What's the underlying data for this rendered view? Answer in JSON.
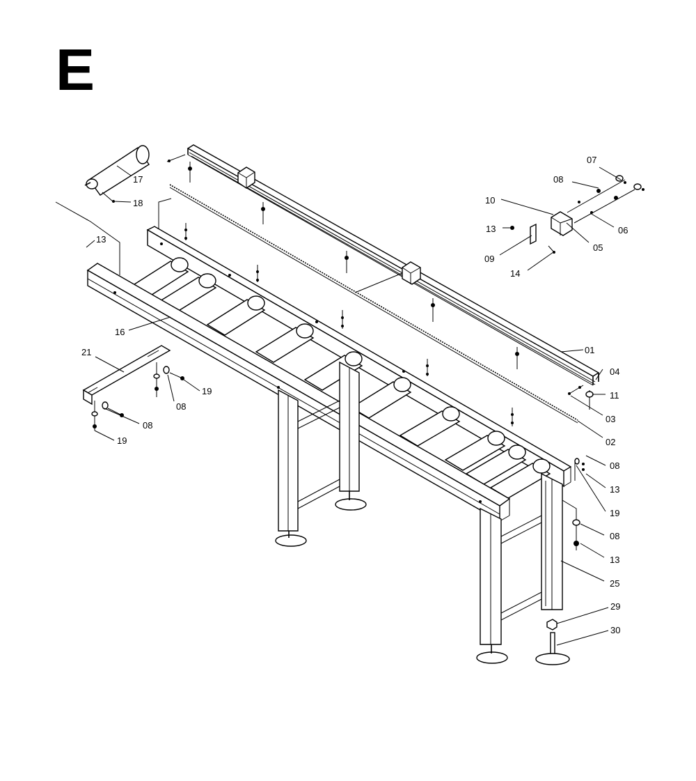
{
  "section_letter": "E",
  "callouts": {
    "c01": "01",
    "c02": "02",
    "c03": "03",
    "c04": "04",
    "c05": "05",
    "c06": "06",
    "c07": "07",
    "c08a": "08",
    "c08b": "08",
    "c08c": "08",
    "c08d": "08",
    "c08e": "08",
    "c09": "09",
    "c10": "10",
    "c11": "11",
    "c13a": "13",
    "c13b": "13",
    "c13c": "13",
    "c13d": "13",
    "c14": "14",
    "c16": "16",
    "c17": "17",
    "c18": "18",
    "c19a": "19",
    "c19b": "19",
    "c19c": "19",
    "c21": "21",
    "c25": "25",
    "c29": "29",
    "c30": "30"
  }
}
